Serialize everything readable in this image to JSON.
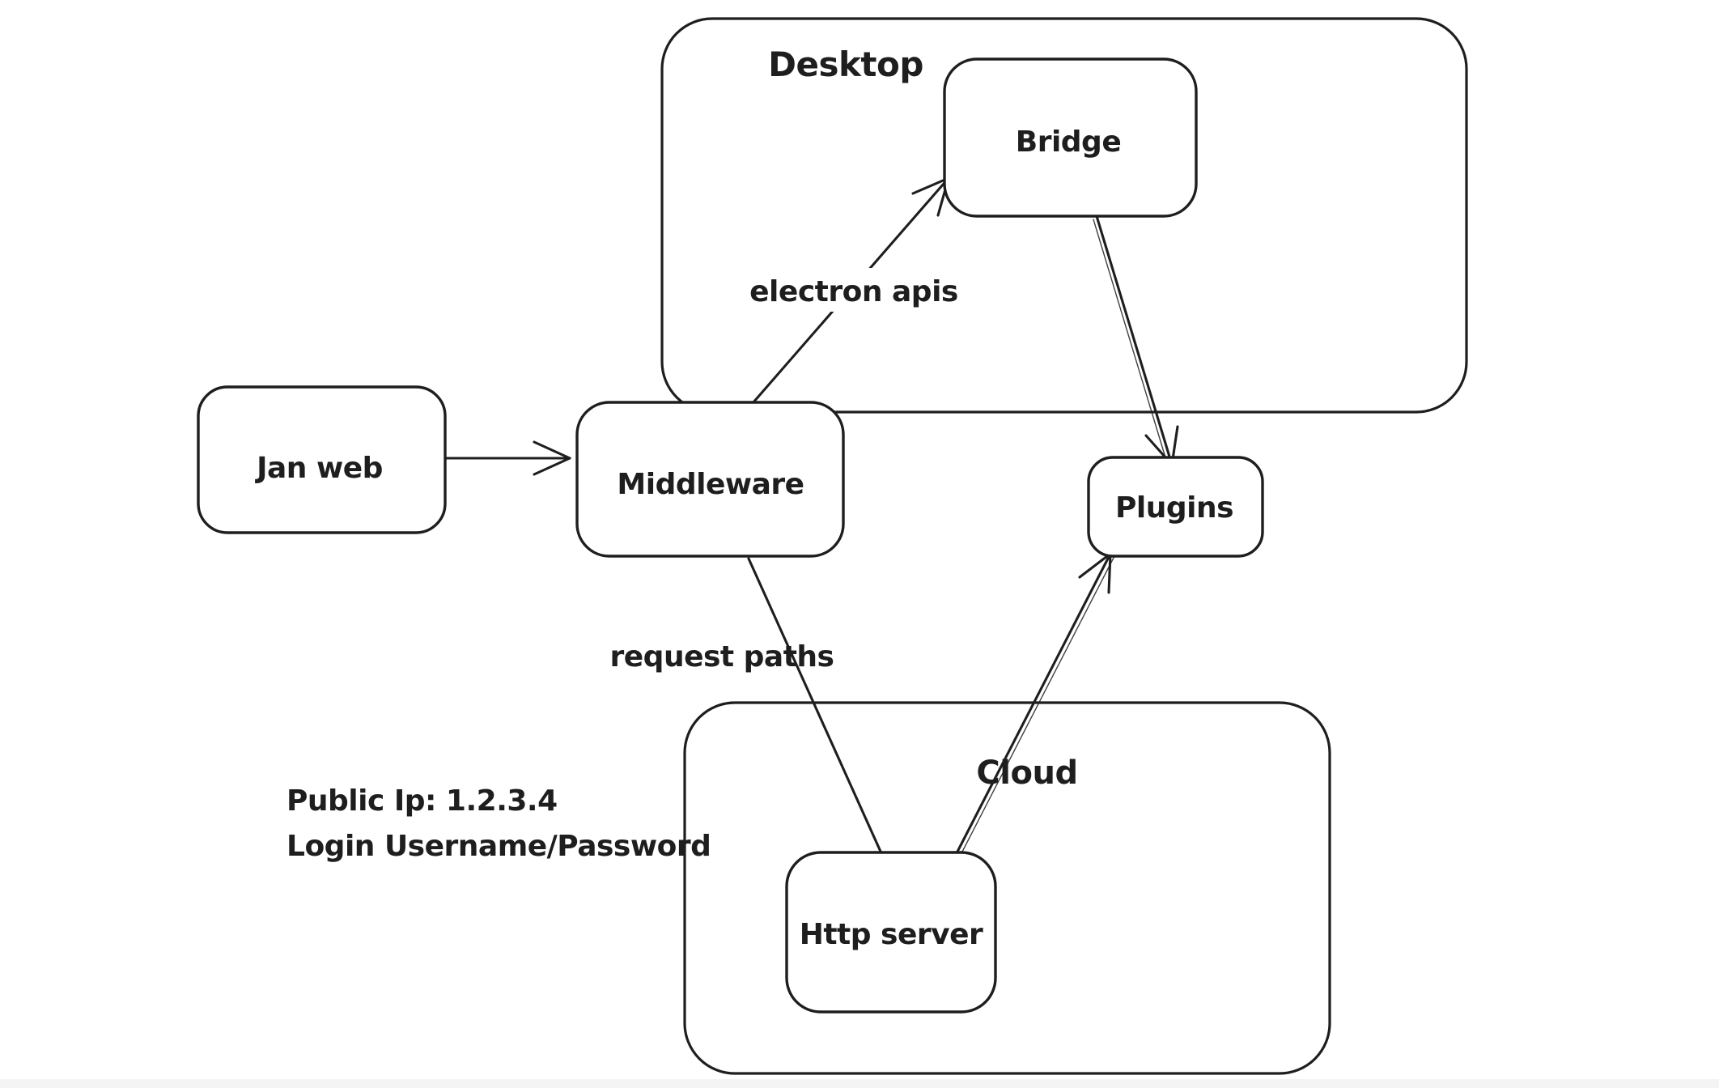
{
  "canvas": {
    "background": "#ffffff",
    "stroke_color": "#1e1e1e",
    "bottom_bar_color": "#f4f4f5"
  },
  "diagram": {
    "containers": [
      {
        "id": "desktop",
        "label": "Desktop"
      },
      {
        "id": "cloud",
        "label": "Cloud"
      }
    ],
    "nodes": [
      {
        "id": "jan-web",
        "label": "Jan web"
      },
      {
        "id": "middleware",
        "label": "Middleware"
      },
      {
        "id": "bridge",
        "label": "Bridge"
      },
      {
        "id": "plugins",
        "label": "Plugins"
      },
      {
        "id": "http-server",
        "label": "Http server"
      }
    ],
    "edges": [
      {
        "id": "jan-web-to-middleware",
        "from": "jan-web",
        "to": "middleware",
        "label": ""
      },
      {
        "id": "middleware-to-bridge",
        "from": "middleware",
        "to": "bridge",
        "label": "electron apis"
      },
      {
        "id": "bridge-to-plugins",
        "from": "bridge",
        "to": "plugins",
        "label": ""
      },
      {
        "id": "middleware-to-http-server",
        "from": "middleware",
        "to": "http-server",
        "label": "request paths"
      },
      {
        "id": "http-server-to-plugins",
        "from": "http-server",
        "to": "plugins",
        "label": ""
      }
    ],
    "annotations": [
      {
        "id": "public-ip",
        "text": "Public Ip: 1.2.3.4"
      },
      {
        "id": "login",
        "text": "Login Username/Password"
      }
    ]
  }
}
